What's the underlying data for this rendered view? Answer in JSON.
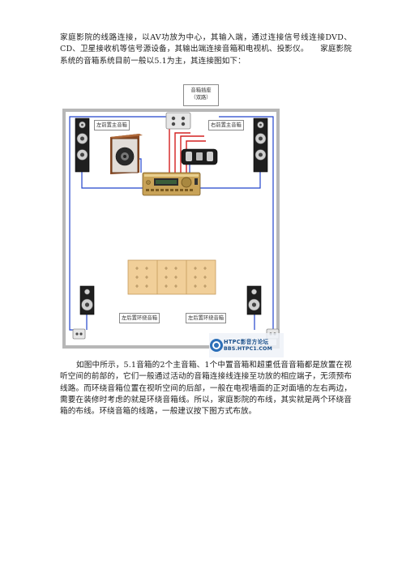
{
  "intro_text": "家庭影院的线路连接，以AV功放为中心，其输入端，通过连接信号线连接DVD、CD、卫星接收机等信号源设备，其输出端连接音箱和电视机、投影仪。　　家庭影院系统的音箱系统目前一般以5.1为主，其连接图如下：",
  "figure": {
    "jack_label_line1": "音箱插座",
    "jack_label_line2": "（双路）",
    "front_left_label": "左前置主音箱",
    "front_right_label": "右前置主音箱",
    "rear_left_label": "左后置环绕音箱",
    "rear_right_label": "左后置环绕音箱",
    "watermark_title": "HTPC影音方论坛",
    "watermark_url": "BBS.HTPC1.COM",
    "colors": {
      "wire_blue": "#2244cc",
      "wire_red": "#d42020",
      "room_border": "#b7b7b7",
      "sofa": "#f1cf99"
    }
  },
  "body_text": "如图中所示，5.1音箱的2个主音箱、1个中置音箱和超重低音音箱都是放置在视听空间的前部的，它们一般通过活动的音箱连接线连接至功放的相应端子，无须预布线路。而环绕音箱位置在视听空间的后部，一般在电视墙面的正对面墙的左右两边，需要在装修时考虑的就是环绕音箱线。所以，家庭影院的布线，其实就是两个环绕音箱的布线。环绕音箱的线路，一般建议按下图方式布放。"
}
